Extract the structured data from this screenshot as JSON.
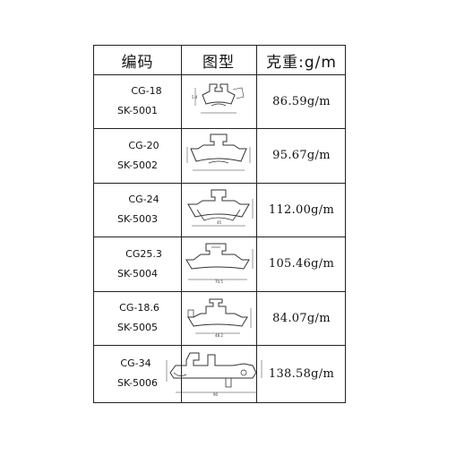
{
  "header": {
    "code": "编码",
    "drawing": "图型",
    "weight": "克重:g/m"
  },
  "rows": [
    {
      "cg": "CG-18",
      "sk": "SK-5001",
      "weight": "86.59g/m"
    },
    {
      "cg": "CG-20",
      "sk": "SK-5002",
      "weight": "95.67g/m"
    },
    {
      "cg": "CG-24",
      "sk": "SK-5003",
      "weight": "112.00g/m"
    },
    {
      "cg": "CG25.3",
      "sk": "SK-5004",
      "weight": "105.46g/m"
    },
    {
      "cg": "CG-18.6",
      "sk": "SK-5005",
      "weight": "84.07g/m"
    },
    {
      "cg": "CG-34",
      "sk": "SK-5006",
      "weight": "138.58g/m"
    }
  ]
}
